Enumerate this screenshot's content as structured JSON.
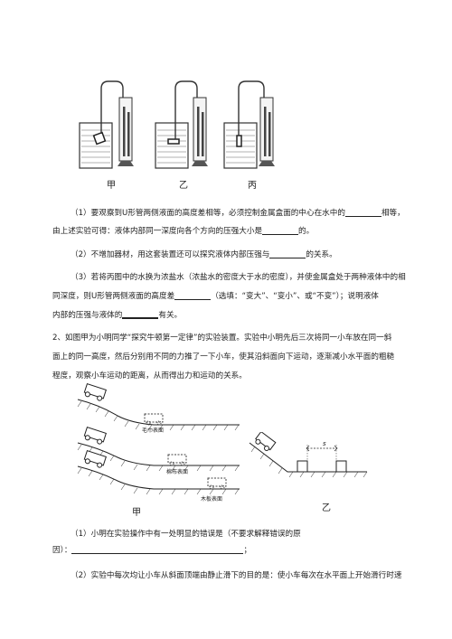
{
  "figure1": {
    "labels": [
      "甲",
      "乙",
      "丙"
    ]
  },
  "q1": {
    "line1a": "（1）要观察到U形管两侧液面的高度差相等，必须控制金属盒面的中心在水中的",
    "line1b": "相等，",
    "line2a": "由上述实验可得：液体内部同一深度向各个方向的压强大小是",
    "line2b": "的。"
  },
  "q2": {
    "line1a": "（2）不增加器材，用这套装置还可以探究液体内部压强与",
    "line1b": "的关系。"
  },
  "q3": {
    "line1": "（3）若将丙图中的水换为浓盐水（浓盐水的密度大于水的密度），并使金属盒处于两种液体中的相",
    "line2a": "同深度，则U形管两侧液面的高度差",
    "line2b": "（选填：“变大”、“变小”、或“不变”）；说明液体",
    "line3a": "内部的压强与液体的",
    "line3b": "有关。"
  },
  "problem2": {
    "line1": "2、如图甲为小明同学“探究牛顿第一定律”的实验装置。实验中小明先后三次将同一小车放在同一斜",
    "line2": "面上的同一高度，然后分别用不同的力推了一下小车，使其沿斜面向下运动，逐渐减小水平面的粗糙",
    "line3": "程度，观察小车运动的距离，从而得出力和运动的关系。"
  },
  "figure2": {
    "surface_labels": [
      "毛巾表面",
      "棉布表面",
      "木板表面"
    ],
    "caption_left": "甲",
    "caption_right": "乙",
    "distance_label": "s"
  },
  "sub1": {
    "line1": "（1）小明在实验操作中有一处明显的错误是（不要求解释错误的原",
    "line2a": "因）：",
    "line2b": "；"
  },
  "sub2": {
    "line1": "（2）实验中每次均让小车从斜面顶端由静止滑下的目的是：使小车每次在水平面上开始滑行时速"
  }
}
